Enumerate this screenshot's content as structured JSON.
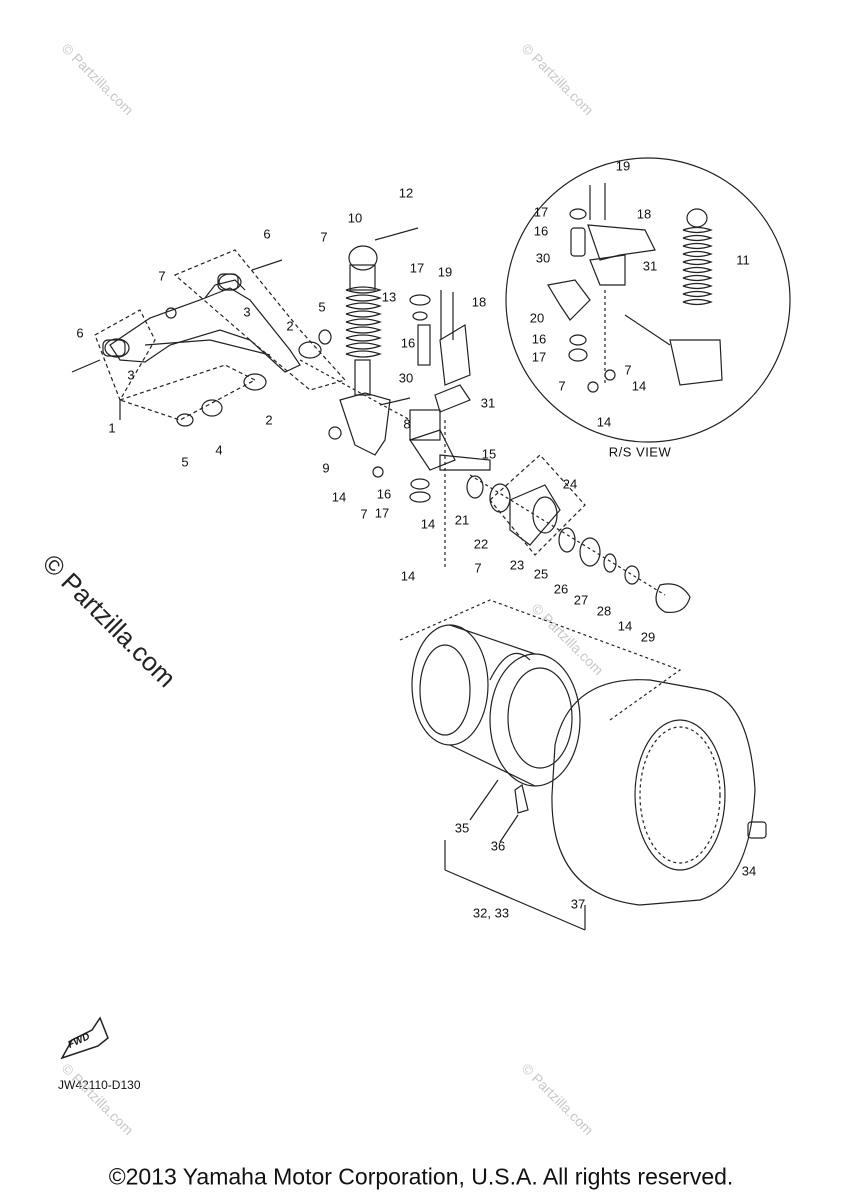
{
  "callouts": [
    {
      "label": "1"
    },
    {
      "label": "2"
    },
    {
      "label": "2"
    },
    {
      "label": "3"
    },
    {
      "label": "3"
    },
    {
      "label": "4"
    },
    {
      "label": "5"
    },
    {
      "label": "5"
    },
    {
      "label": "6"
    },
    {
      "label": "6"
    },
    {
      "label": "7"
    },
    {
      "label": "7"
    },
    {
      "label": "7"
    },
    {
      "label": "7"
    },
    {
      "label": "7"
    },
    {
      "label": "7"
    },
    {
      "label": "8"
    },
    {
      "label": "9"
    },
    {
      "label": "10"
    },
    {
      "label": "11"
    },
    {
      "label": "12"
    },
    {
      "label": "13"
    },
    {
      "label": "14"
    },
    {
      "label": "14"
    },
    {
      "label": "14"
    },
    {
      "label": "14"
    },
    {
      "label": "14"
    },
    {
      "label": "14"
    },
    {
      "label": "15"
    },
    {
      "label": "16"
    },
    {
      "label": "16"
    },
    {
      "label": "16"
    },
    {
      "label": "16"
    },
    {
      "label": "17"
    },
    {
      "label": "17"
    },
    {
      "label": "17"
    },
    {
      "label": "17"
    },
    {
      "label": "18"
    },
    {
      "label": "18"
    },
    {
      "label": "19"
    },
    {
      "label": "19"
    },
    {
      "label": "20"
    },
    {
      "label": "21"
    },
    {
      "label": "22"
    },
    {
      "label": "23"
    },
    {
      "label": "24"
    },
    {
      "label": "25"
    },
    {
      "label": "26"
    },
    {
      "label": "27"
    },
    {
      "label": "28"
    },
    {
      "label": "29"
    },
    {
      "label": "30"
    },
    {
      "label": "30"
    },
    {
      "label": "31"
    },
    {
      "label": "31"
    },
    {
      "label": "32, 33"
    },
    {
      "label": "34"
    },
    {
      "label": "35"
    },
    {
      "label": "36"
    },
    {
      "label": "37"
    }
  ],
  "rs_view_label": "R/S VIEW",
  "diagram_code": "JW42110-D130",
  "fwd_label": "FWD",
  "watermark": "© Partzilla.com",
  "copyright": "©2013 Yamaha Motor Corporation, U.S.A. All rights reserved."
}
